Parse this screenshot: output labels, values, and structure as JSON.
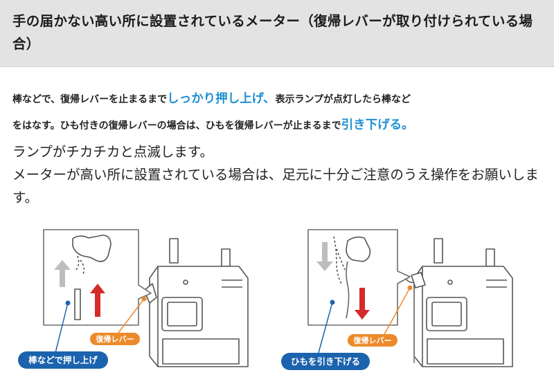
{
  "header": {
    "title": "手の届かない高い所に設置されているメーター（復帰レバーが取り付けられている場合）"
  },
  "lead": {
    "line1_pre": "棒などで、復帰レバーを止まるまで",
    "line1_em": "しっかり押し上げ、",
    "line1_post": "表示ランプが点灯したら棒など",
    "line2_pre": "をはなす。ひも付きの復帰レバーの場合は、ひもを復帰レバーが止まるまで",
    "line2_em": "引き下げる。"
  },
  "body": {
    "line1": "ランプがチカチカと点滅します。",
    "line2": "メーターが高い所に設置されている場合は、足元に十分ご注意のうえ操作をお願いします。"
  },
  "figures": {
    "left": {
      "lever_tag": "復帰レバー",
      "action_label": "棒などで押し上げ"
    },
    "right": {
      "lever_tag": "復帰レバー",
      "action_label": "ひもを引き下げる"
    }
  },
  "colors": {
    "accent_blue": "#1f8fd4",
    "pill_blue": "#1b63ad",
    "tag_orange": "#ec8a2b",
    "arrow_red": "#d42a2a",
    "arrow_gray": "#bdbdbd",
    "header_bg": "#e3e3e3"
  }
}
